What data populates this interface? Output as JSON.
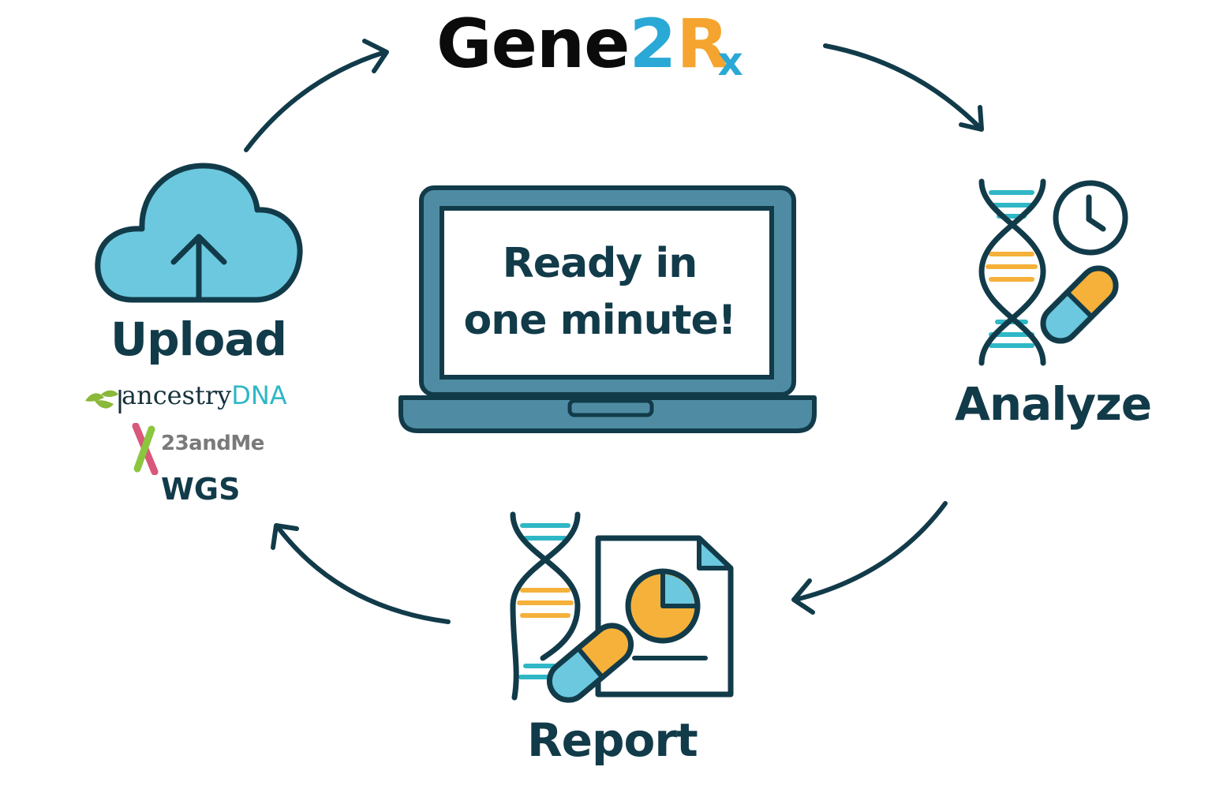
{
  "brand": {
    "part1": "Gene",
    "part2": "2",
    "part3": "R",
    "part4": "x"
  },
  "center": {
    "line1": "Ready in",
    "line2": "one minute!"
  },
  "steps": {
    "upload": "Upload",
    "analyze": "Analyze",
    "report": "Report"
  },
  "sources": {
    "ancestry_main": "ancestry",
    "ancestry_dna": "DNA",
    "twentythree": "23andMe",
    "wgs": "WGS"
  },
  "colors": {
    "dark": "#123b4a",
    "cyan": "#6cc8de",
    "teal": "#2fb7c6",
    "orange": "#f5b13a",
    "laptop": "#4f8ca3"
  },
  "icons": [
    "cloud-upload-icon",
    "laptop-icon",
    "dna-icon",
    "clock-icon",
    "pill-icon",
    "report-document-icon",
    "pie-chart-icon",
    "cycle-arrow-icon"
  ]
}
